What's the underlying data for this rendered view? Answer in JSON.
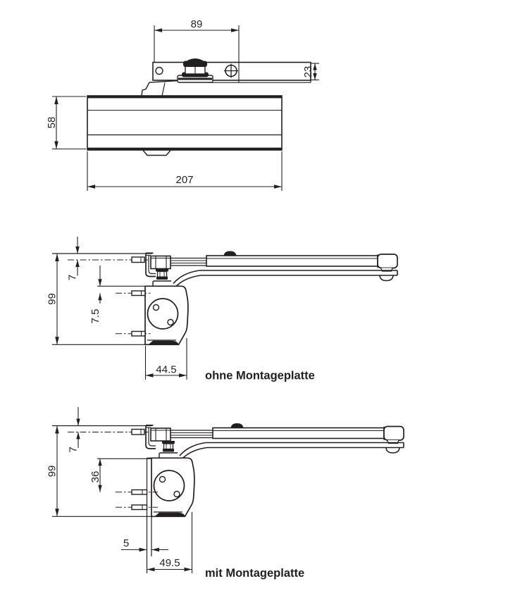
{
  "page": {
    "background": "#ffffff",
    "line_color": "#231f20"
  },
  "drawing": {
    "views": {
      "front": {
        "dims": {
          "arm_bracket_length": "89",
          "arm_bracket_height": "23",
          "body_height": "58",
          "body_length": "207"
        }
      },
      "side_no_plate": {
        "caption": "ohne Montageplatte",
        "dims": {
          "arm_top_offset": "7",
          "total_height": "99",
          "screw_offset": "7.5",
          "depth": "44.5"
        }
      },
      "side_with_plate": {
        "caption": "mit Montageplatte",
        "dims": {
          "arm_top_offset": "7",
          "total_height": "99",
          "screw_offset": "36",
          "plate_thickness": "5",
          "depth": "49.5"
        }
      }
    }
  }
}
